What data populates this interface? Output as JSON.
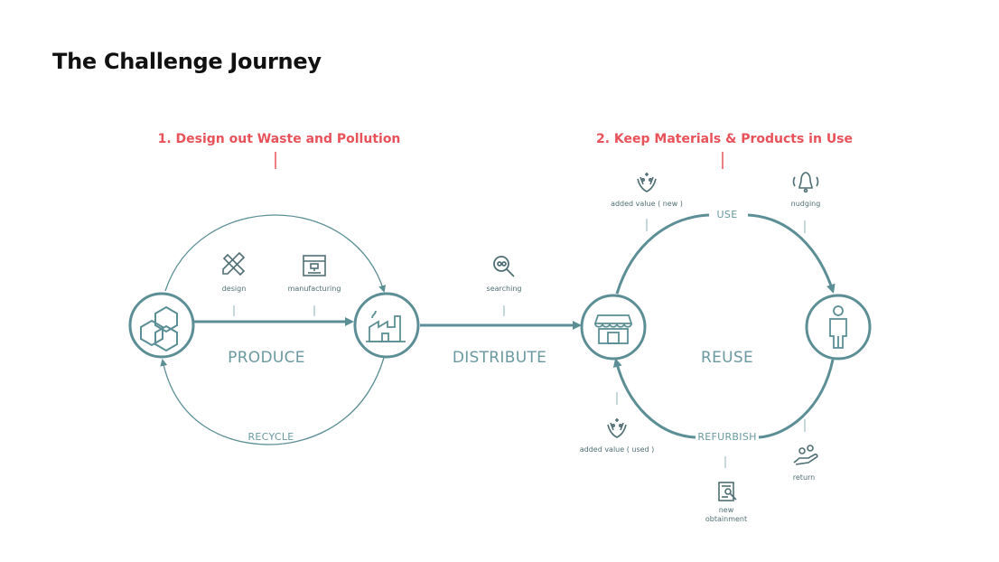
{
  "title": "The Challenge Journey",
  "phases": [
    {
      "label": "1. Design out Waste and Pollution"
    },
    {
      "label": "2. Keep Materials & Products in Use"
    }
  ],
  "stages": {
    "produce": "PRODUCE",
    "distribute": "DISTRIBUTE",
    "reuse": "REUSE"
  },
  "arc_labels": {
    "recycle": "RECYCLE",
    "use": "USE",
    "refurbish": "REFURBISH"
  },
  "touchpoints": {
    "design": "design",
    "manufacturing": "manufacturing",
    "searching": "searching",
    "added_value_new": "added value ( new )",
    "nudging": "nudging",
    "added_value_used": "added value ( used )",
    "return": "return",
    "new_obtainment_1": "new",
    "new_obtainment_2": "obtainment"
  },
  "colors": {
    "flow": "#5b8f95",
    "phase_accent": "#e8525a",
    "title": "#111111"
  }
}
